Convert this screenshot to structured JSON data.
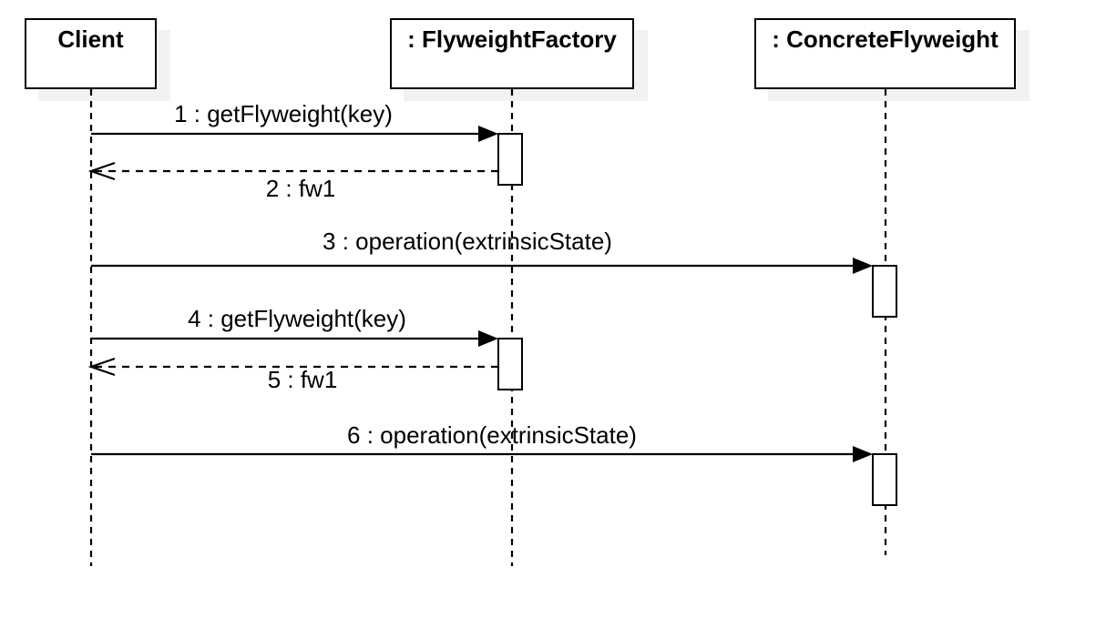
{
  "diagram_type": "uml-sequence-diagram",
  "colors": {
    "background": "#ffffff",
    "stroke": "#000000",
    "box_fill": "#ffffff",
    "shadow": "#f2f2f2"
  },
  "lifelines": [
    {
      "id": "client",
      "label": "Client"
    },
    {
      "id": "flyweight-factory",
      "label": ": FlyweightFactory"
    },
    {
      "id": "concrete-flyweight",
      "label": ": ConcreteFlyweight"
    }
  ],
  "messages": [
    {
      "seq": "1",
      "label": "1 : getFlyweight(key)",
      "from": "Client",
      "to": ": FlyweightFactory",
      "kind": "call"
    },
    {
      "seq": "2",
      "label": "2 : fw1",
      "from": ": FlyweightFactory",
      "to": "Client",
      "kind": "return"
    },
    {
      "seq": "3",
      "label": "3 : operation(extrinsicState)",
      "from": "Client",
      "to": ": ConcreteFlyweight",
      "kind": "call"
    },
    {
      "seq": "4",
      "label": "4 : getFlyweight(key)",
      "from": "Client",
      "to": ": FlyweightFactory",
      "kind": "call"
    },
    {
      "seq": "5",
      "label": "5 : fw1",
      "from": ": FlyweightFactory",
      "to": "Client",
      "kind": "return"
    },
    {
      "seq": "6",
      "label": "6 : operation(extrinsicState)",
      "from": "Client",
      "to": ": ConcreteFlyweight",
      "kind": "call"
    }
  ]
}
